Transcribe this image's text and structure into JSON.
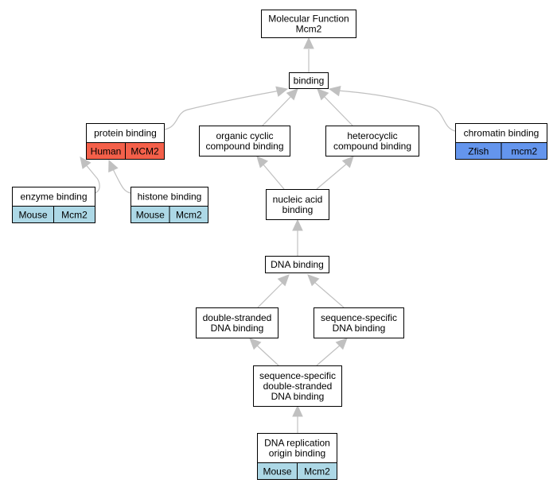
{
  "colors": {
    "edge": "#c0c0c0",
    "node_border": "#000000",
    "human": "#f4604a",
    "mouse": "#add8e6",
    "zfish": "#6495ed"
  },
  "nodes": [
    {
      "id": "mf",
      "lines": [
        "Molecular Function",
        "Mcm2"
      ],
      "cells": []
    },
    {
      "id": "binding",
      "lines": [
        "binding"
      ],
      "cells": []
    },
    {
      "id": "protein-binding",
      "lines": [
        "protein binding"
      ],
      "cells": [
        {
          "label": "Human",
          "species": "human"
        },
        {
          "label": "MCM2",
          "species": "human"
        }
      ]
    },
    {
      "id": "organic-cyclic",
      "lines": [
        "organic cyclic",
        "compound binding"
      ],
      "cells": []
    },
    {
      "id": "heterocyclic",
      "lines": [
        "heterocyclic",
        "compound binding"
      ],
      "cells": []
    },
    {
      "id": "chromatin-binding",
      "lines": [
        "chromatin binding"
      ],
      "cells": [
        {
          "label": "Zfish",
          "species": "zfish"
        },
        {
          "label": "mcm2",
          "species": "zfish"
        }
      ]
    },
    {
      "id": "enzyme-binding",
      "lines": [
        "enzyme binding"
      ],
      "cells": [
        {
          "label": "Mouse",
          "species": "mouse"
        },
        {
          "label": "Mcm2",
          "species": "mouse"
        }
      ]
    },
    {
      "id": "histone-binding",
      "lines": [
        "histone binding"
      ],
      "cells": [
        {
          "label": "Mouse",
          "species": "mouse"
        },
        {
          "label": "Mcm2",
          "species": "mouse"
        }
      ]
    },
    {
      "id": "nucleic-acid",
      "lines": [
        "nucleic acid",
        "binding"
      ],
      "cells": []
    },
    {
      "id": "dna-binding",
      "lines": [
        "DNA binding"
      ],
      "cells": []
    },
    {
      "id": "ds-dna",
      "lines": [
        "double-stranded",
        "DNA binding"
      ],
      "cells": []
    },
    {
      "id": "seq-specific",
      "lines": [
        "sequence-specific",
        "DNA binding"
      ],
      "cells": []
    },
    {
      "id": "seq-ds-dna",
      "lines": [
        "sequence-specific",
        "double-stranded",
        "DNA binding"
      ],
      "cells": []
    },
    {
      "id": "dna-replication",
      "lines": [
        "DNA replication",
        "origin binding"
      ],
      "cells": [
        {
          "label": "Mouse",
          "species": "mouse"
        },
        {
          "label": "Mcm2",
          "species": "mouse"
        }
      ]
    }
  ],
  "edges": [
    {
      "from": "binding",
      "to": "mf"
    },
    {
      "from": "protein-binding",
      "to": "binding"
    },
    {
      "from": "organic-cyclic",
      "to": "binding"
    },
    {
      "from": "heterocyclic",
      "to": "binding"
    },
    {
      "from": "chromatin-binding",
      "to": "binding"
    },
    {
      "from": "enzyme-binding",
      "to": "protein-binding"
    },
    {
      "from": "histone-binding",
      "to": "protein-binding"
    },
    {
      "from": "nucleic-acid",
      "to": "organic-cyclic"
    },
    {
      "from": "nucleic-acid",
      "to": "heterocyclic"
    },
    {
      "from": "dna-binding",
      "to": "nucleic-acid"
    },
    {
      "from": "ds-dna",
      "to": "dna-binding"
    },
    {
      "from": "seq-specific",
      "to": "dna-binding"
    },
    {
      "from": "seq-ds-dna",
      "to": "ds-dna"
    },
    {
      "from": "seq-ds-dna",
      "to": "seq-specific"
    },
    {
      "from": "dna-replication",
      "to": "seq-ds-dna"
    }
  ]
}
